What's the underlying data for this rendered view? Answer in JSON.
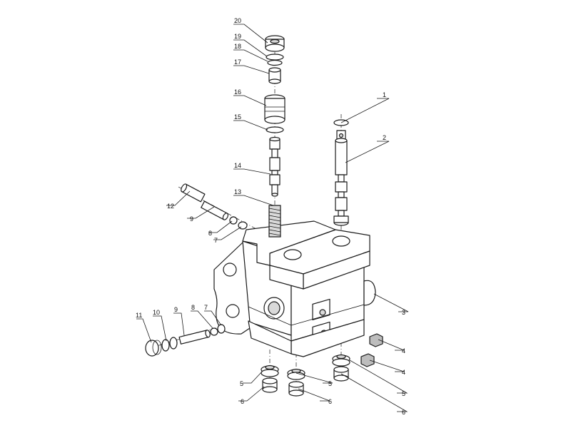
{
  "callouts": [
    {
      "id": "1",
      "label": "1"
    },
    {
      "id": "2",
      "label": "2"
    },
    {
      "id": "3",
      "label": "3"
    },
    {
      "id": "4a",
      "label": "4"
    },
    {
      "id": "4b",
      "label": "4"
    },
    {
      "id": "5a",
      "label": "5"
    },
    {
      "id": "5b",
      "label": "5"
    },
    {
      "id": "5c",
      "label": "5"
    },
    {
      "id": "6a",
      "label": "6"
    },
    {
      "id": "6b",
      "label": "6"
    },
    {
      "id": "6c",
      "label": "6"
    },
    {
      "id": "7a",
      "label": "7"
    },
    {
      "id": "7b",
      "label": "7"
    },
    {
      "id": "8a",
      "label": "8"
    },
    {
      "id": "8b",
      "label": "8"
    },
    {
      "id": "9a",
      "label": "9"
    },
    {
      "id": "9b",
      "label": "9"
    },
    {
      "id": "10",
      "label": "10"
    },
    {
      "id": "11",
      "label": "11"
    },
    {
      "id": "12",
      "label": "12"
    },
    {
      "id": "13",
      "label": "13"
    },
    {
      "id": "14",
      "label": "14"
    },
    {
      "id": "15",
      "label": "15"
    },
    {
      "id": "16",
      "label": "16"
    },
    {
      "id": "17",
      "label": "17"
    },
    {
      "id": "18",
      "label": "18"
    },
    {
      "id": "19",
      "label": "19"
    },
    {
      "id": "20",
      "label": "20"
    }
  ]
}
